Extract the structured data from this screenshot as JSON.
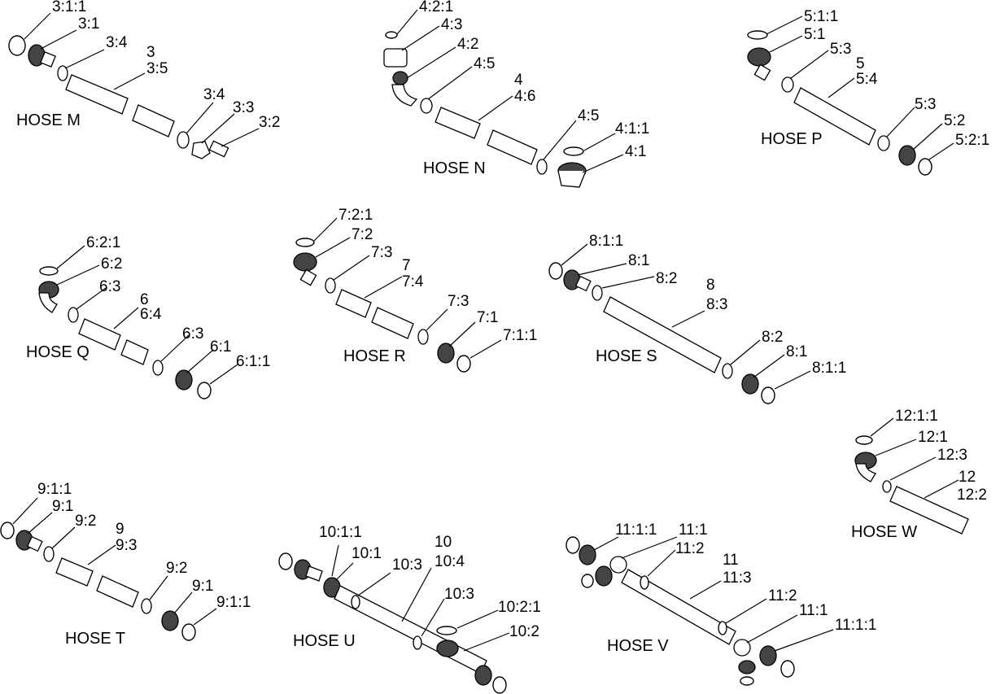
{
  "hoses": [
    {
      "key": "m",
      "title": "HOSE M",
      "labels": [
        "3:1:1",
        "3:1",
        "3:4",
        "3",
        "3:5",
        "3:4",
        "3:3",
        "3:2"
      ]
    },
    {
      "key": "n",
      "title": "HOSE N",
      "labels": [
        "4:2:1",
        "4:3",
        "4:2",
        "4:5",
        "4",
        "4:6",
        "4:5",
        "4:1:1",
        "4:1"
      ]
    },
    {
      "key": "p",
      "title": "HOSE P",
      "labels": [
        "5:1:1",
        "5:1",
        "5:3",
        "5",
        "5:4",
        "5:3",
        "5:2",
        "5:2:1"
      ]
    },
    {
      "key": "q",
      "title": "HOSE Q",
      "labels": [
        "6:2:1",
        "6:2",
        "6:3",
        "6",
        "6:4",
        "6:3",
        "6:1",
        "6:1:1"
      ]
    },
    {
      "key": "r",
      "title": "HOSE R",
      "labels": [
        "7:2:1",
        "7:2",
        "7:3",
        "7",
        "7:4",
        "7:3",
        "7:1",
        "7:1:1"
      ]
    },
    {
      "key": "s",
      "title": "HOSE S",
      "labels": [
        "8:1:1",
        "8:1",
        "8:2",
        "8",
        "8:3",
        "8:2",
        "8:1",
        "8:1:1"
      ]
    },
    {
      "key": "w",
      "title": "HOSE W",
      "labels": [
        "12:1:1",
        "12:1",
        "12:3",
        "12",
        "12:2"
      ]
    },
    {
      "key": "t",
      "title": "HOSE T",
      "labels": [
        "9:1:1",
        "9:1",
        "9:2",
        "9",
        "9:3",
        "9:2",
        "9:1",
        "9:1:1"
      ]
    },
    {
      "key": "u",
      "title": "HOSE U",
      "labels": [
        "10:1:1",
        "10:1",
        "10:3",
        "10",
        "10:4",
        "10:3",
        "10:2:1",
        "10:2"
      ]
    },
    {
      "key": "v",
      "title": "HOSE V",
      "labels": [
        "11:1:1",
        "11:1",
        "11:2",
        "11",
        "11:3",
        "11:2",
        "11:1",
        "11:1:1"
      ]
    }
  ]
}
